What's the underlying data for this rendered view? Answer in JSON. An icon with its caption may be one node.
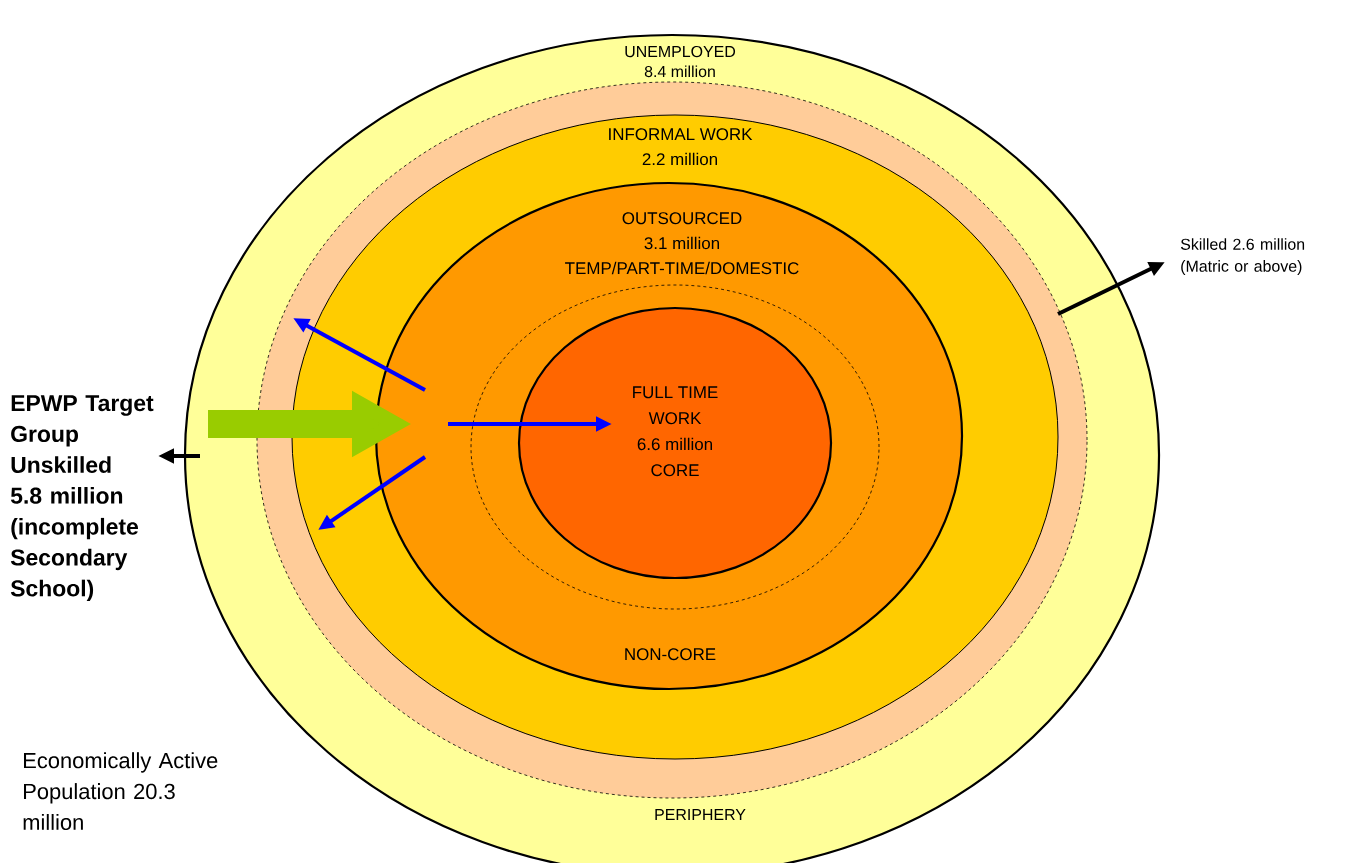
{
  "diagram": {
    "nodes": [
      {
        "text": [
          "UNEMPLOYED",
          "8.4 million",
          "PERIPHERY"
        ]
      },
      {
        "text": [],
        "shape": "ellipse",
        "in": 0
      },
      {
        "text": [
          "INFORMAL WORK",
          "2.2 million"
        ],
        "in": 1
      },
      {
        "text": [
          "OUTSOURCED",
          "3.1 million",
          "TEMP/PART-TIME/DOMESTIC",
          "NON-CORE"
        ],
        "in": 2
      },
      {
        "text": [],
        "shape": "ellipse",
        "in": 3
      },
      {
        "text": [
          "FULL TIME",
          "WORK",
          "6.6 million",
          "CORE"
        ],
        "in": 4
      },
      {
        "text": [
          "EPWP Target Group Unskilled 5.8 million (incomplete Secondary School)"
        ]
      },
      {
        "text": [
          "Skilled 2.6 million (Matric or above)"
        ]
      }
    ],
    "edges": [
      {
        "from": 0,
        "to": 6,
        "arrow": "to",
        "color": "#000000"
      },
      {
        "from": 1,
        "to": 7,
        "arrow": "to",
        "color": "#000000"
      },
      {
        "from": 6,
        "to": 3,
        "arrow": "to",
        "style": "thick",
        "color": "#99cc00"
      },
      {
        "from": 3,
        "to": 1,
        "arrow": "to",
        "color": "#0000ff"
      },
      {
        "from": 3,
        "to": 5,
        "arrow": "to",
        "color": "#0000ff"
      },
      {
        "from": 3,
        "to": 2,
        "arrow": "to",
        "color": "#0000ff"
      }
    ],
    "labels": [
      "Economically Active Population 20.3 million"
    ]
  }
}
